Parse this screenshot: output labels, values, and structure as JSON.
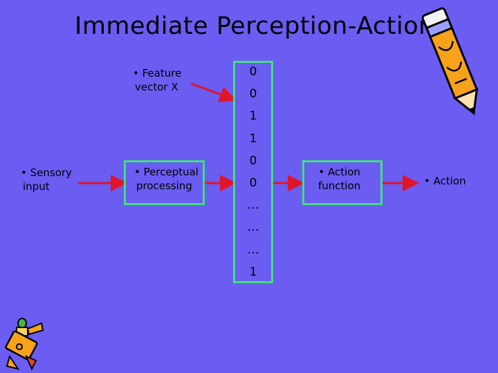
{
  "title": "Immediate Perception-Action",
  "labels": {
    "feature_vector": [
      "• Feature",
      "vector X"
    ],
    "sensory_input": [
      "• Sensory",
      "input"
    ],
    "perceptual_processing": [
      "• Perceptual",
      "processing"
    ],
    "action_function": [
      "• Action",
      "function"
    ],
    "action": "• Action"
  },
  "feature_vector_cells": [
    "0",
    "0",
    "1",
    "1",
    "0",
    "0",
    "…",
    "…",
    "…",
    "1"
  ],
  "colors": {
    "background": "#6b5cf2",
    "box_border": "#3ee27a",
    "arrow": "#e0152a"
  },
  "icons": {
    "pencil_top_right": "pencil-icon",
    "pencil_figure_bottom_left": "pencil-figure-icon"
  }
}
